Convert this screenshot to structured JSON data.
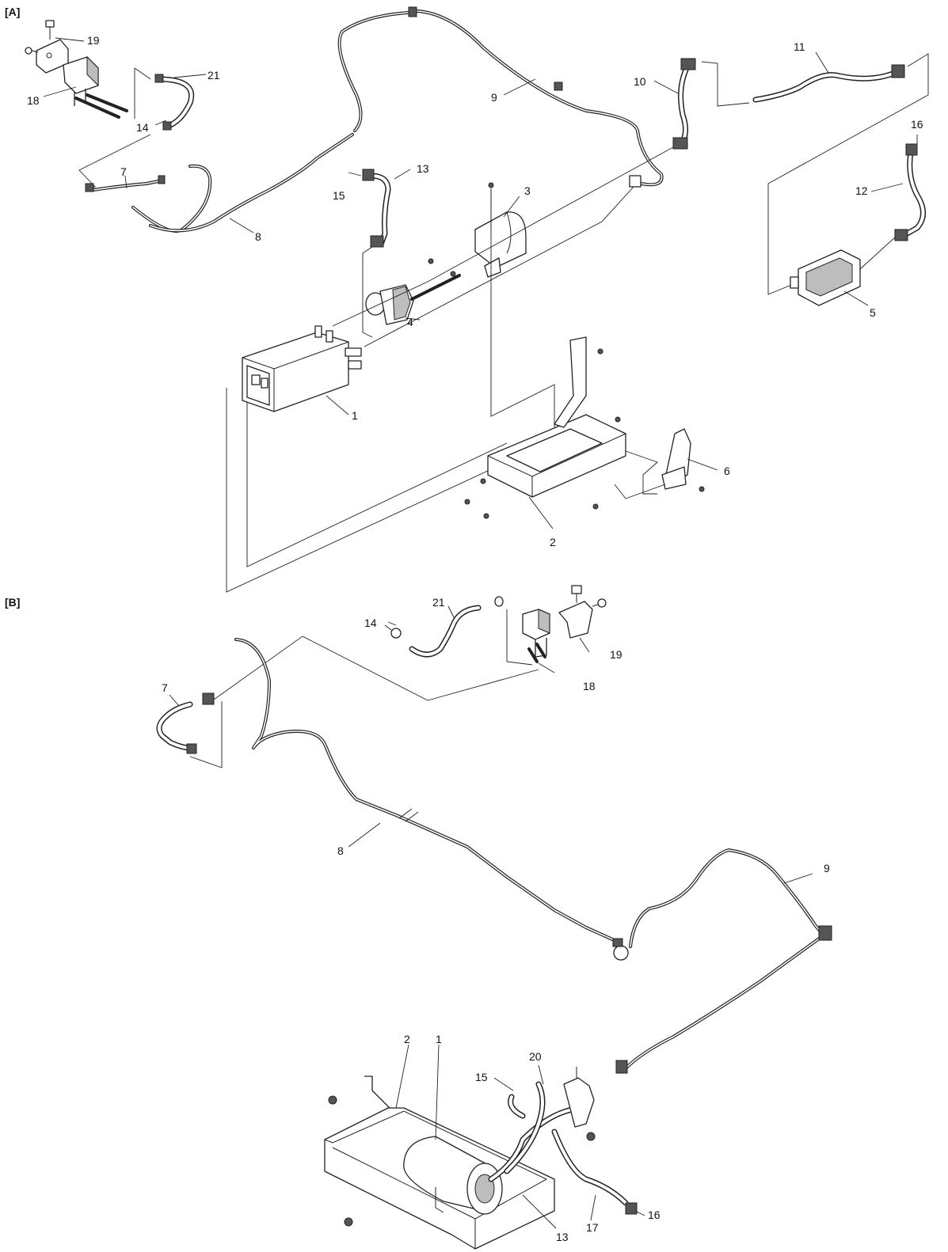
{
  "sections": {
    "a": "[A]",
    "b": "[B]"
  },
  "callouts_a": {
    "p1": "1",
    "p2": "2",
    "p3": "3",
    "p4": "4",
    "p5": "5",
    "p6": "6",
    "p7": "7",
    "p8": "8",
    "p9": "9",
    "p10": "10",
    "p11": "11",
    "p12": "12",
    "p13": "13",
    "p14": "14",
    "p15": "15",
    "p16": "16",
    "p18": "18",
    "p19": "19",
    "p21": "21"
  },
  "callouts_b": {
    "p1": "1",
    "p2": "2",
    "p7": "7",
    "p8": "8",
    "p9": "9",
    "p13": "13",
    "p14": "14",
    "p15": "15",
    "p16": "16",
    "p17": "17",
    "p18": "18",
    "p19": "19",
    "p20": "20",
    "p21": "21"
  }
}
